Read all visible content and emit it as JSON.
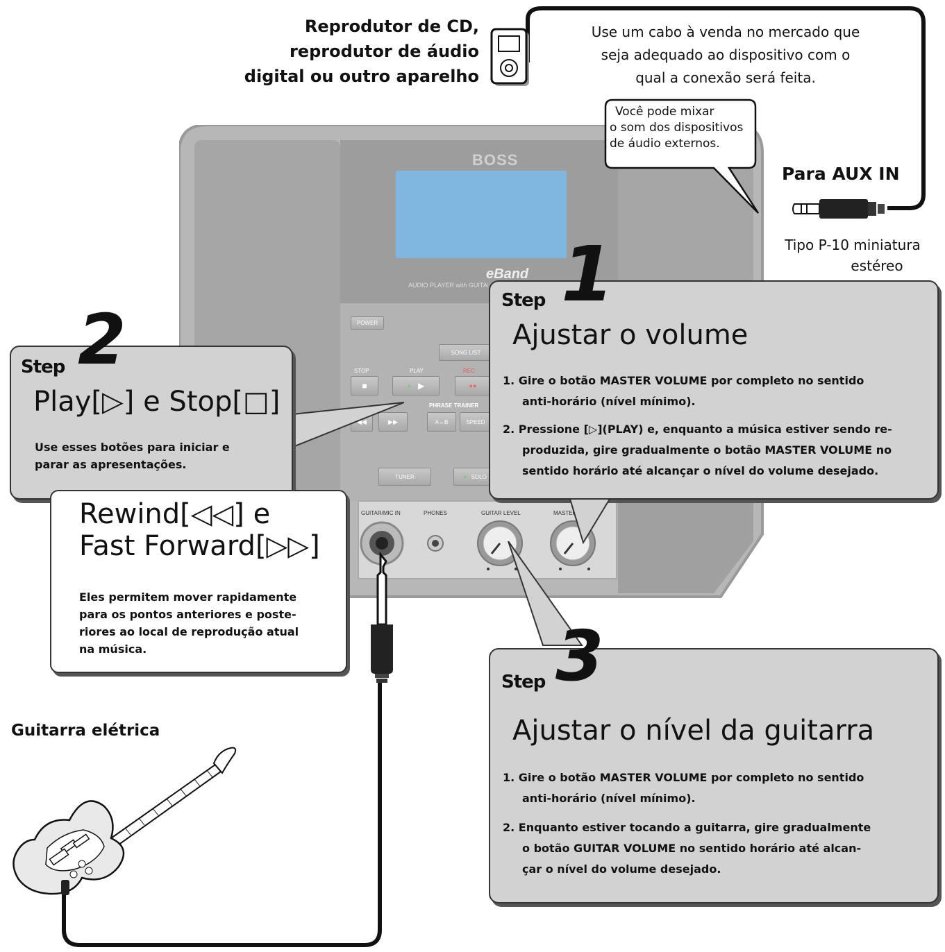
{
  "source_device": {
    "label_line1": "Reprodutor de CD,",
    "label_line2": "reprodutor de áudio",
    "label_line3": "digital ou outro aparelho"
  },
  "cable_note": {
    "line1": "Use um cabo à venda no mercado que",
    "line2": "seja adequado ao dispositivo com o",
    "line3": "qual a conexão será feita."
  },
  "mix_bubble": {
    "line1": "Você pode mixar",
    "line2": "o som dos dispositivos",
    "line3": "de áudio externos."
  },
  "aux_in": {
    "label": "Para AUX IN",
    "plug_line1": "Tipo P-10 miniatura",
    "plug_line2": "estéreo"
  },
  "device": {
    "brand": "BOSS",
    "model": "eBand",
    "model_sub": "AUDIO PLAYER with GUITAR EFFECTS",
    "power": "POWER",
    "song_list": "SONG LIST",
    "stop": "STOP",
    "play": "PLAY",
    "rec": "REC",
    "phrase_trainer": "PHRASE TRAINER",
    "ab": "A↔B",
    "speed": "SPEED",
    "tuner": "TUNER",
    "solo": "SOLO",
    "guitar_mic_in": "GUITAR/MIC IN",
    "phones": "PHONES",
    "guitar_level": "GUITAR LEVEL",
    "master_level": "MASTER LEVEL"
  },
  "step1": {
    "word": "Step",
    "number": "1",
    "title": "Ajustar o volume",
    "item1_line1": "1. Gire o botão MASTER VOLUME por completo no sentido",
    "item1_line2": "anti-horário (nível mínimo).",
    "item2_line1": "2. Pressione [▷](PLAY) e, enquanto a música estiver sendo re-",
    "item2_line2": "produzida, gire gradualmente o botão MASTER VOLUME no",
    "item2_line3": "sentido horário até alcançar o nível do volume desejado."
  },
  "step2": {
    "word": "Step",
    "number": "2",
    "title": "Play[▷] e Stop[□]",
    "desc_line1": "Use esses botões para iniciar e",
    "desc_line2": "parar as apresentações."
  },
  "rewind": {
    "title_line1": "Rewind[◁◁] e",
    "title_line2": "Fast Forward[▷▷]",
    "desc_line1": "Eles permitem mover rapidamente",
    "desc_line2": "para os pontos anteriores e poste-",
    "desc_line3": "riores ao local de reprodução atual",
    "desc_line4": "na música."
  },
  "step3": {
    "word": "Step",
    "number": "3",
    "title": "Ajustar o nível da guitarra",
    "item1_line1": "1. Gire o botão MASTER VOLUME por completo no sentido",
    "item1_line2": "anti-horário (nível mínimo).",
    "item2_line1": "2. Enquanto estiver tocando a guitarra, gire gradualmente",
    "item2_line2": "o botão GUITAR VOLUME no sentido horário até alcan-",
    "item2_line3": "çar o nível do volume desejado."
  },
  "guitar": {
    "label": "Guitarra elétrica"
  }
}
